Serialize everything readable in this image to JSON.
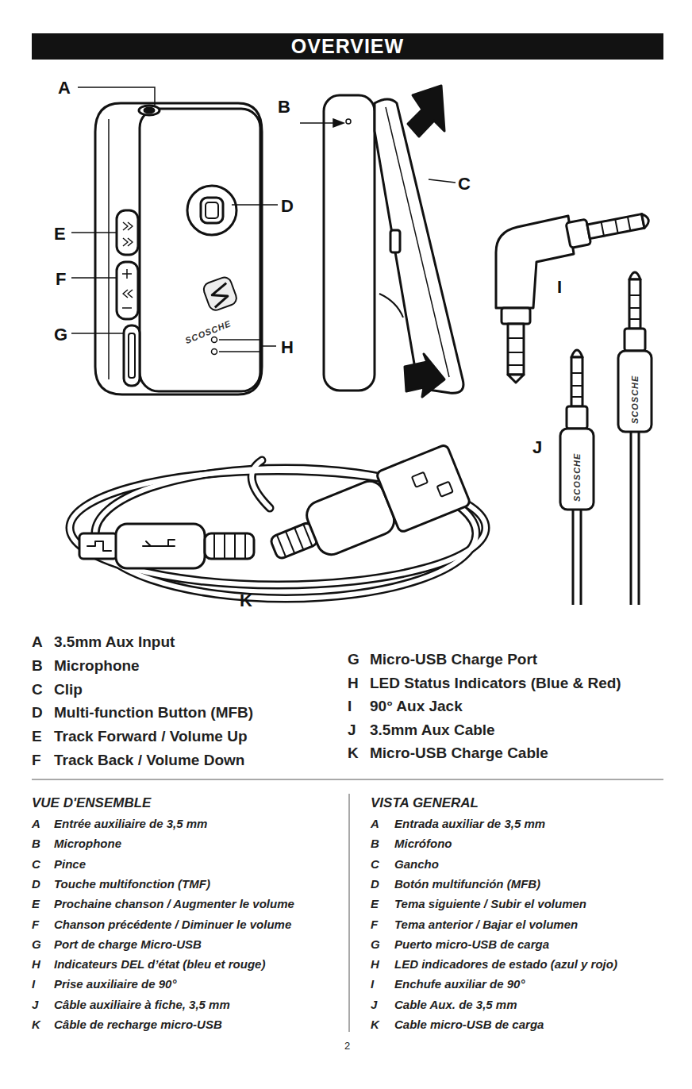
{
  "diagram": {
    "title": "OVERVIEW",
    "labels": [
      "A",
      "B",
      "C",
      "D",
      "E",
      "F",
      "G",
      "H",
      "I",
      "J",
      "K",
      "SCOSCHE",
      "SCOSCHE",
      "SCOSCHE",
      "A",
      "3.5mm Aux Input",
      "B",
      "Microphone",
      "C",
      "Clip",
      "D",
      "Multi-function Button (MFB)",
      "E",
      "Track Forward / Volume Up",
      "F",
      "Track Back / Volume Down",
      "G",
      "Micro-USB Charge Port",
      "H",
      "LED Status Indicators (Blue & Red)",
      "I",
      "90° Aux Jack",
      "J",
      "3.5mm Aux Cable",
      "K",
      "Micro-USB Charge Cable",
      "VUE D'ENSEMBLE",
      "A",
      "Entrée auxiliaire de 3,5 mm",
      "B",
      "Microphone",
      "C",
      "Pince",
      "D",
      "Touche multifonction (TMF)",
      "E",
      "Prochaine chanson / Augmenter le volume",
      "F",
      "Chanson précédente / Diminuer le volume",
      "G",
      "Port de charge Micro-USB",
      "H",
      "Indicateurs DEL d’état (bleu et rouge)",
      "I",
      "Prise auxiliaire de 90°",
      "J",
      "Câble auxiliaire à fiche, 3,5 mm",
      "K",
      "Câble de recharge micro-USB",
      "VISTA GENERAL",
      "A",
      "Entrada auxiliar de 3,5 mm",
      "B",
      "Micrófono",
      "C",
      "Gancho",
      "D",
      "Botón multifunción (MFB)",
      "E",
      "Tema siguiente / Subir el volumen",
      "F",
      "Tema anterior / Bajar el volumen",
      "G",
      "Puerto micro-USB de carga",
      "H",
      "LED indicadores de estado (azul y rojo)",
      "I",
      "Enchufe auxiliar de 90°",
      "J",
      "Cable Aux. de 3,5 mm",
      "K",
      "Cable micro-USB de carga",
      "2"
    ]
  }
}
